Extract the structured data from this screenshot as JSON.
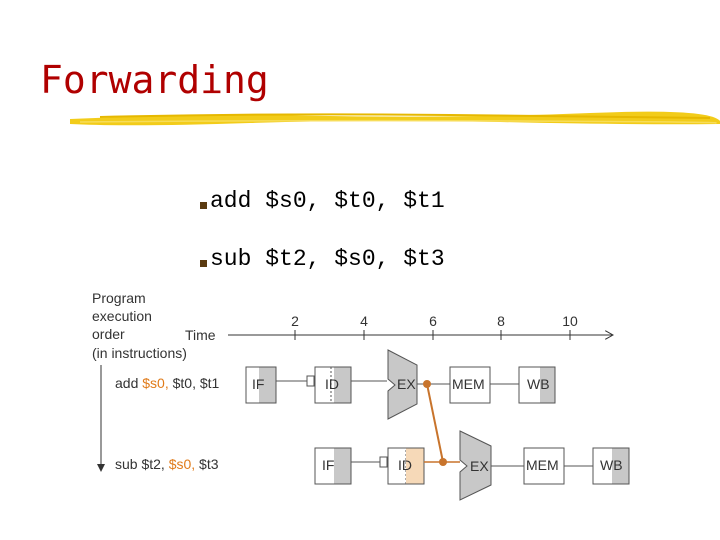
{
  "slide": {
    "title": "Forwarding",
    "bullets": [
      "add $s0, $t0, $t1",
      "sub $t2, $s0, $t3"
    ]
  },
  "diagram": {
    "axis_title_lines": [
      "Program",
      "execution",
      "order",
      "(in instructions)"
    ],
    "time_label": "Time",
    "time_ticks": [
      "2",
      "4",
      "6",
      "8",
      "10"
    ],
    "instructions": [
      {
        "prefix": "add ",
        "highlight": "$s0,",
        "suffix": " $t0, $t1"
      },
      {
        "prefix": "sub $t2, ",
        "highlight": "$s0,",
        "suffix": " $t3"
      }
    ],
    "stages_row1": [
      "IF",
      "ID",
      "EX",
      "MEM",
      "WB"
    ],
    "stages_row2": [
      "IF",
      "ID",
      "EX",
      "MEM",
      "WB"
    ],
    "colors": {
      "title": "#b00000",
      "register_highlight": "#e07b1a",
      "forward_path": "#c8742c",
      "stage_shade": "#c8c8c8",
      "id_highlight": "#f6d9b8",
      "brush": "#f2cc1a"
    }
  }
}
